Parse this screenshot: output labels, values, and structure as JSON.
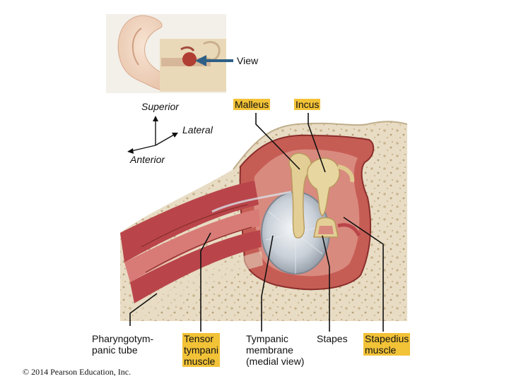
{
  "labels": {
    "view": "View",
    "superior": "Superior",
    "lateral": "Lateral",
    "anterior": "Anterior",
    "malleus": "Malleus",
    "incus": "Incus",
    "pharyngotympanic_tube": "Pharyngotym-\npanic tube",
    "tensor_tympani": "Tensor\ntympani\nmuscle",
    "tympanic_membrane": "Tympanic\nmembrane\n(medial view)",
    "stapes": "Stapes",
    "stapedius": "Stapedius\nmuscle"
  },
  "copyright": "© 2014 Pearson Education, Inc.",
  "colors": {
    "bone": "#e8dcc4",
    "bone_spots": "#c9b58f",
    "muscle": "#b9454a",
    "muscle_light": "#d87b76",
    "ossicle": "#e3cf95",
    "highlight": "#f2c237",
    "membrane": "#bfc6cf"
  }
}
